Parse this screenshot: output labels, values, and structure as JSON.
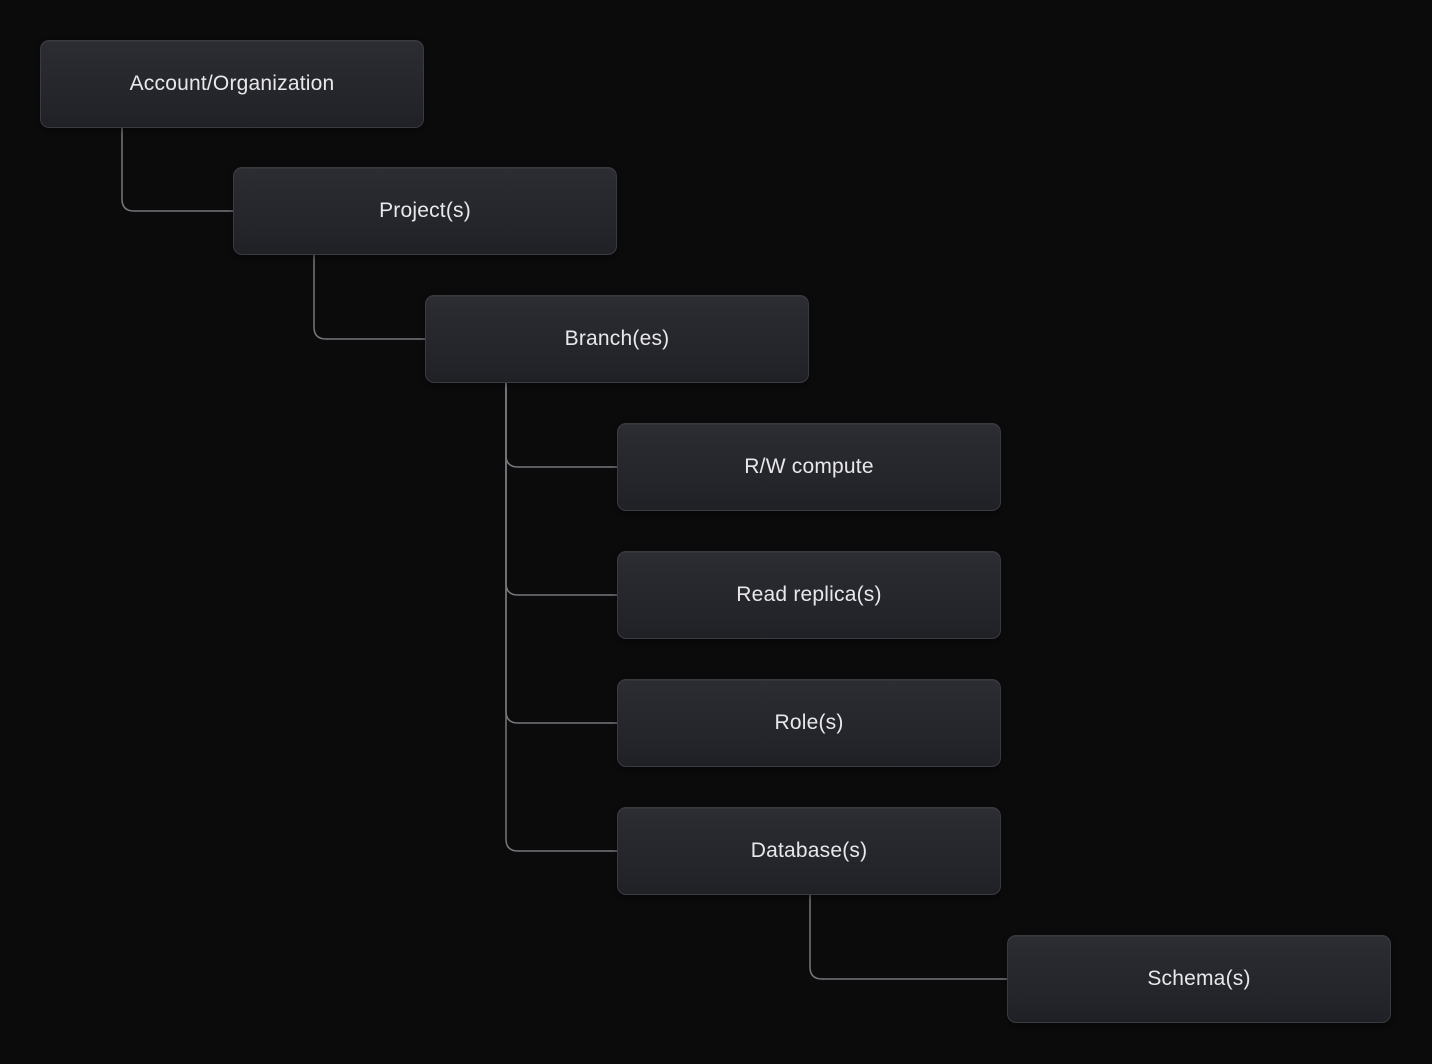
{
  "diagram": {
    "type": "tree-hierarchy",
    "nodes": [
      {
        "id": "account",
        "label": "Account/Organization"
      },
      {
        "id": "projects",
        "label": "Project(s)"
      },
      {
        "id": "branches",
        "label": "Branch(es)"
      },
      {
        "id": "rw_compute",
        "label": "R/W compute"
      },
      {
        "id": "read_replicas",
        "label": "Read replica(s)"
      },
      {
        "id": "roles",
        "label": "Role(s)"
      },
      {
        "id": "databases",
        "label": "Database(s)"
      },
      {
        "id": "schemas",
        "label": "Schema(s)"
      }
    ],
    "edges": [
      {
        "from": "account",
        "to": "projects"
      },
      {
        "from": "projects",
        "to": "branches"
      },
      {
        "from": "branches",
        "to": "rw_compute"
      },
      {
        "from": "branches",
        "to": "read_replicas"
      },
      {
        "from": "branches",
        "to": "roles"
      },
      {
        "from": "branches",
        "to": "databases"
      },
      {
        "from": "databases",
        "to": "schemas"
      }
    ],
    "colors": {
      "background": "#0b0b0c",
      "node_background_top": "#2c2d33",
      "node_background_bottom": "#202126",
      "node_border": "#3a3b41",
      "text": "#e8e8ea",
      "connector": "#77777d"
    }
  }
}
